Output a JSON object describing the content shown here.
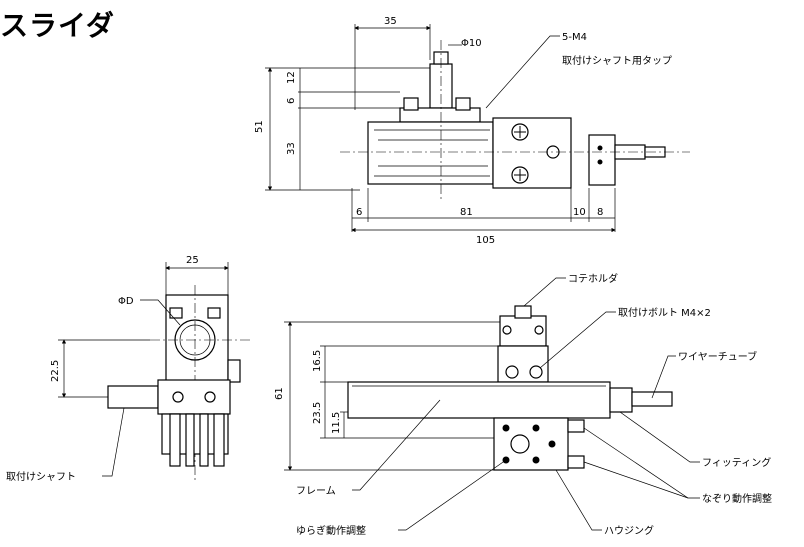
{
  "title": "スライダ",
  "top_view": {
    "dims": {
      "width_35": "35",
      "shaft_dia": "Φ10",
      "h_12": "12",
      "h_6": "6",
      "h_51": "51",
      "h_33": "33",
      "w_6": "6",
      "w_81": "81",
      "w_10": "10",
      "w_8": "8",
      "w_105": "105"
    },
    "callouts": {
      "tap_spec": "5-M4",
      "tap_desc": "取付けシャフト用タップ"
    }
  },
  "side_view": {
    "dims": {
      "width_25": "25",
      "dia_D": "ΦD",
      "h_22_5": "22.5"
    },
    "callouts": {
      "mount_shaft": "取付けシャフト"
    }
  },
  "front_view": {
    "dims": {
      "h_61": "61",
      "h_16_5": "16.5",
      "h_23_5": "23.5",
      "h_11_5": "11.5"
    },
    "callouts": {
      "tip_holder": "コテホルダ",
      "mount_bolt": "取付けボルト M4×2",
      "wire_tube": "ワイヤーチューブ",
      "fitting": "フィッティング",
      "frame": "フレーム",
      "trace_adjust": "なぞり動作調整",
      "housing": "ハウジング",
      "swing_adjust": "ゆらぎ動作調整"
    }
  }
}
